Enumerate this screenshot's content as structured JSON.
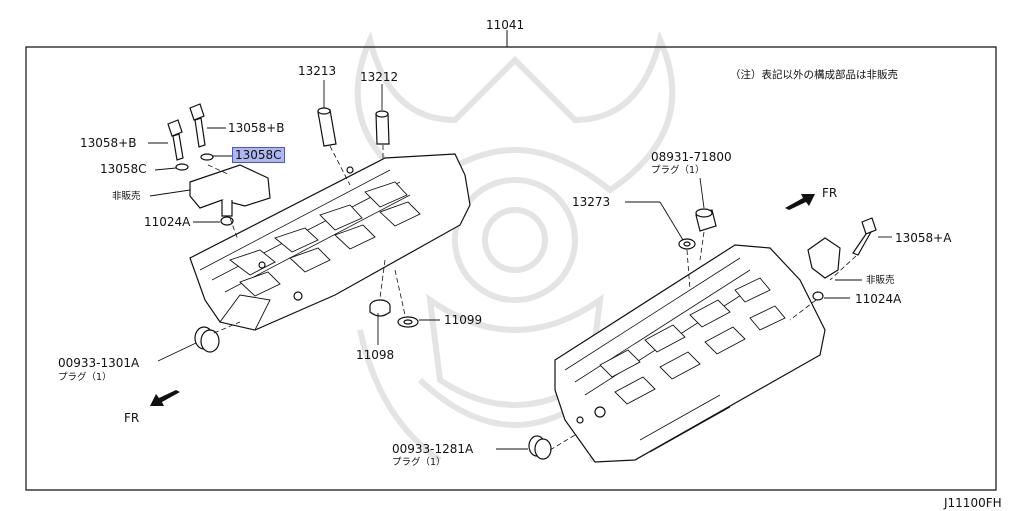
{
  "diagram_code": "J11100FH",
  "note": "（注）表記以外の構成部品は非販売",
  "callouts": {
    "assembly": "11041",
    "p13213": "13213",
    "p13212": "13212",
    "p13058b_l": "13058+B",
    "p13058b_r": "13058+B",
    "p13058c_l": "13058C",
    "p13058c_r": "13058C",
    "hihanbai_l": "非販売",
    "p11024a_l": "11024A",
    "p08931": "08931-71800",
    "p08931_sub": "プラグ（1）",
    "p13273": "13273",
    "p13058a": "13058+A",
    "hihanbai_r": "非販売",
    "p11024a_r": "11024A",
    "p11099": "11099",
    "p11098": "11098",
    "p00933_1301": "00933-1301A",
    "p00933_1301_sub": "プラグ（1）",
    "p00933_1281": "00933-1281A",
    "p00933_1281_sub": "プラグ（1）",
    "fr_top": "FR",
    "fr_bottom": "FR"
  },
  "colors": {
    "highlight_fill": "#aeb7ee",
    "highlight_border": "#4a58c8",
    "line": "#111111",
    "watermark": "#e4e4e4"
  }
}
